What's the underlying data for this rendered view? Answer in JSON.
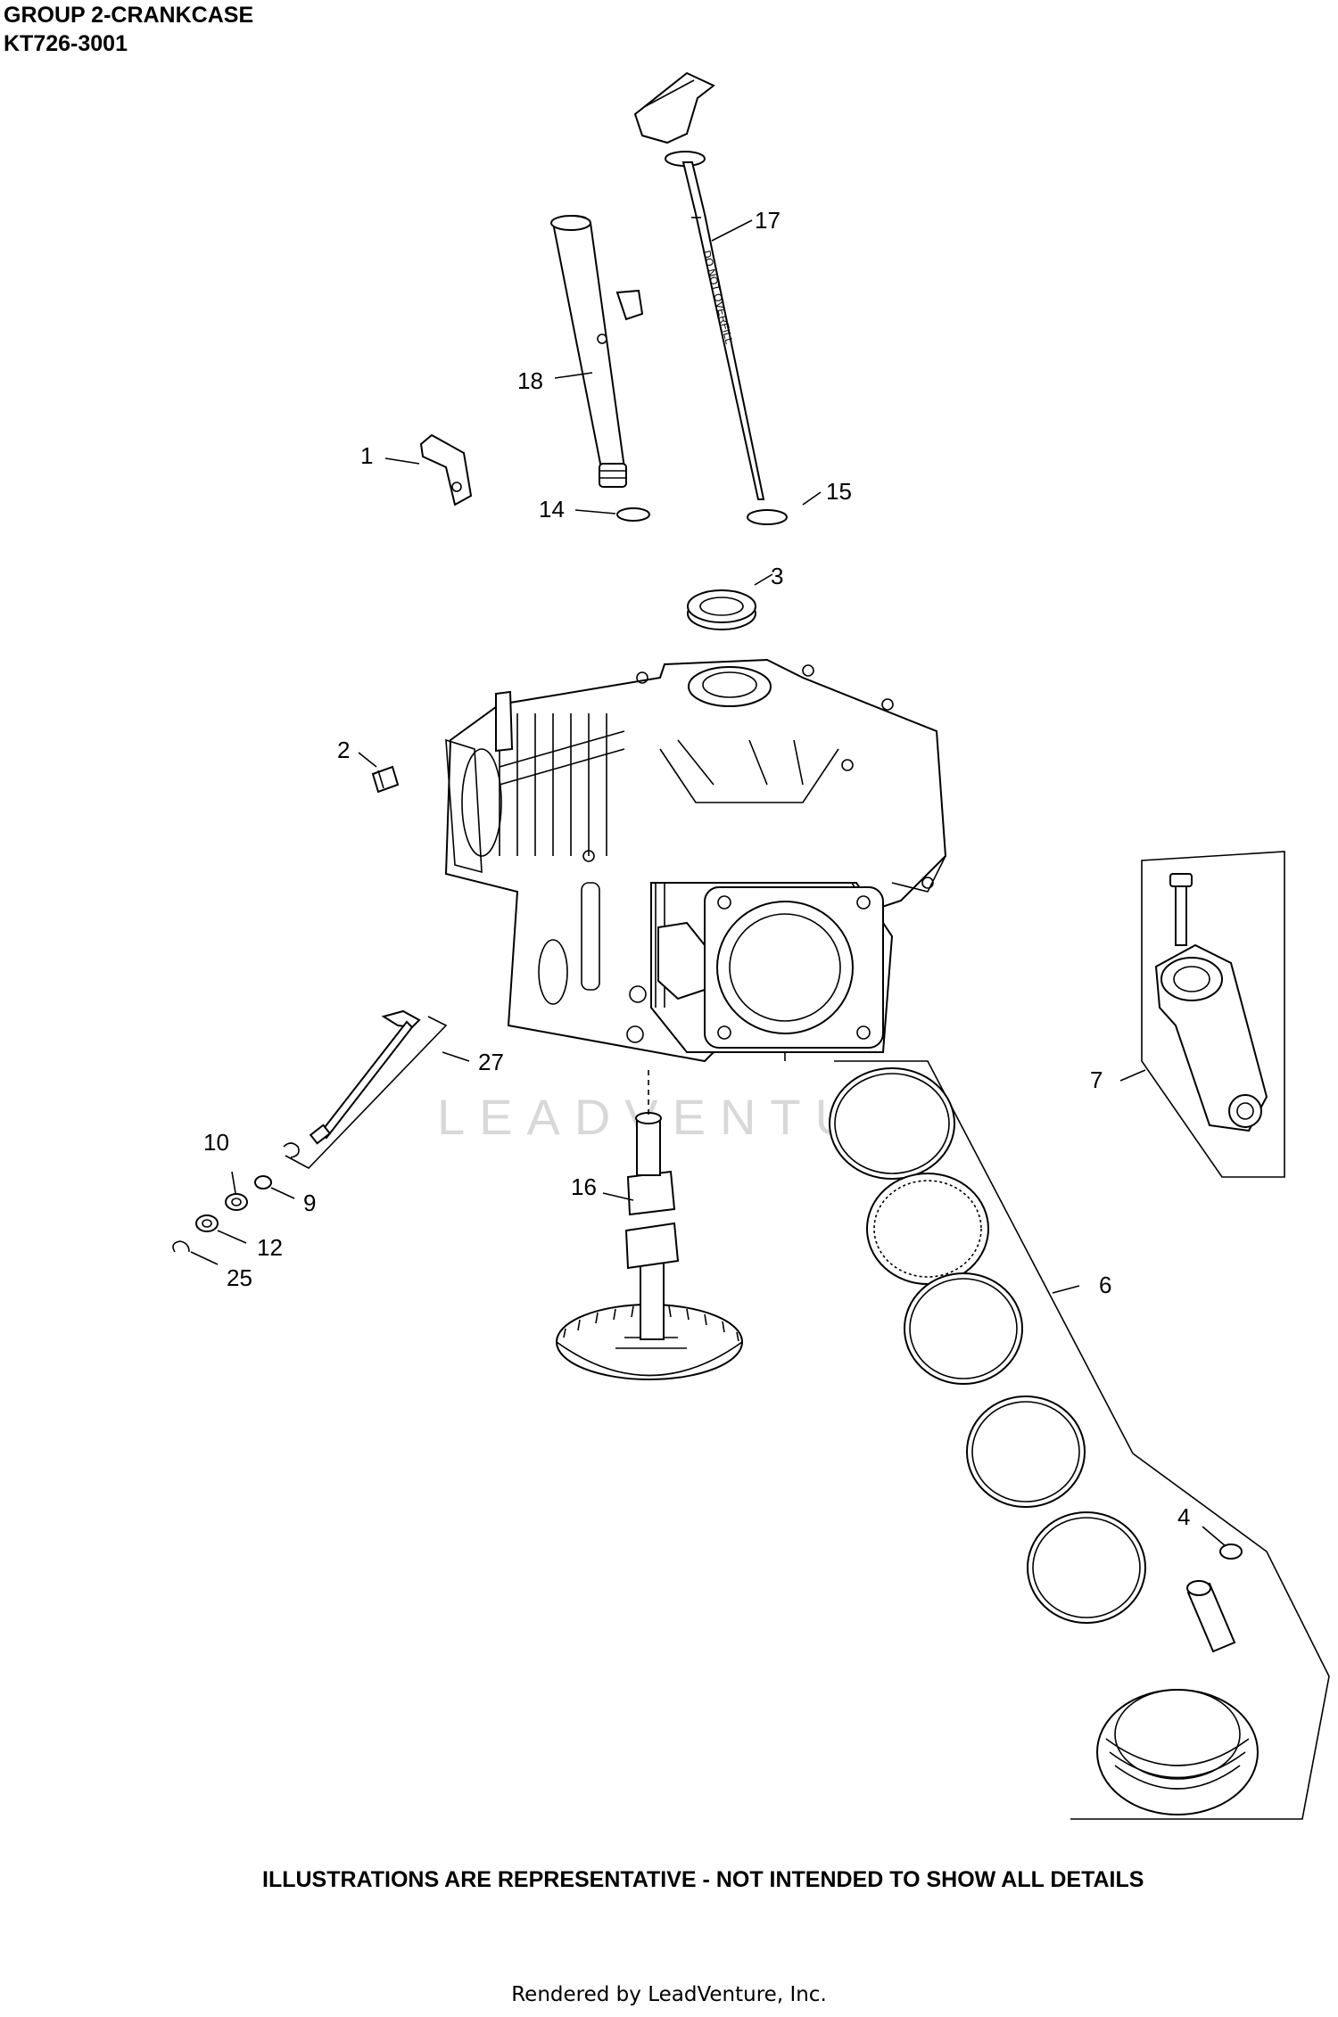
{
  "header": {
    "title": "GROUP 2-CRANKCASE",
    "model": "KT726-3001"
  },
  "diagram": {
    "watermark": "LEADVENTURE",
    "callouts": {
      "c1": "1",
      "c2": "2",
      "c3": "3",
      "c4": "4",
      "c6": "6",
      "c7": "7",
      "c9": "9",
      "c10": "10",
      "c12": "12",
      "c14": "14",
      "c15": "15",
      "c16": "16",
      "c17": "17",
      "c18": "18",
      "c25": "25",
      "c27": "27"
    },
    "dipstick_text": "DO NOT OVERFILL"
  },
  "disclaimer": "ILLUSTRATIONS ARE REPRESENTATIVE - NOT INTENDED TO SHOW ALL DETAILS",
  "footer": "Rendered by LeadVenture, Inc."
}
